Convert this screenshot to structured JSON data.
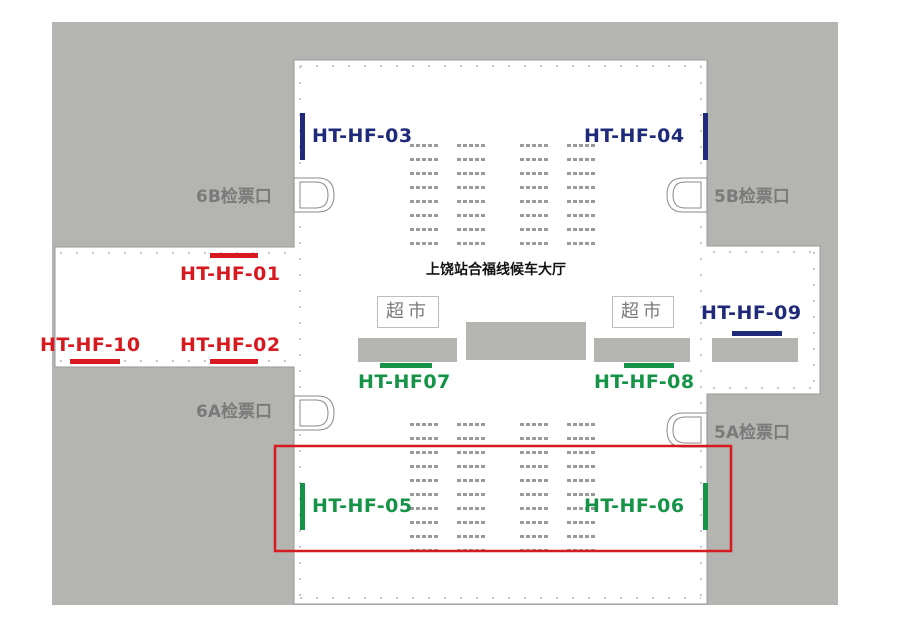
{
  "map": {
    "hall_name": "上饶站合福线候车大厅",
    "gates": {
      "g6b": "6B检票口",
      "g5b": "5B检票口",
      "g6a": "6A检票口",
      "g5a": "5A检票口"
    },
    "shops": {
      "left": "超市",
      "right": "超市"
    },
    "screens": {
      "hf01": "HT-HF-01",
      "hf02": "HT-HF-02",
      "hf03": "HT-HF-03",
      "hf04": "HT-HF-04",
      "hf05": "HT-HF-05",
      "hf06": "HT-HF-06",
      "hf07": "HT-HF07",
      "hf08": "HT-HF-08",
      "hf09": "HT-HF-09",
      "hf10": "HT-HF-10"
    },
    "colors": {
      "wall": "#b4b4b0",
      "floor": "#ffffff",
      "red": "#d71920",
      "navy": "#1f2a7a",
      "green": "#159447",
      "highlight": "#d71920",
      "gate_text": "#7a7a7a"
    }
  }
}
